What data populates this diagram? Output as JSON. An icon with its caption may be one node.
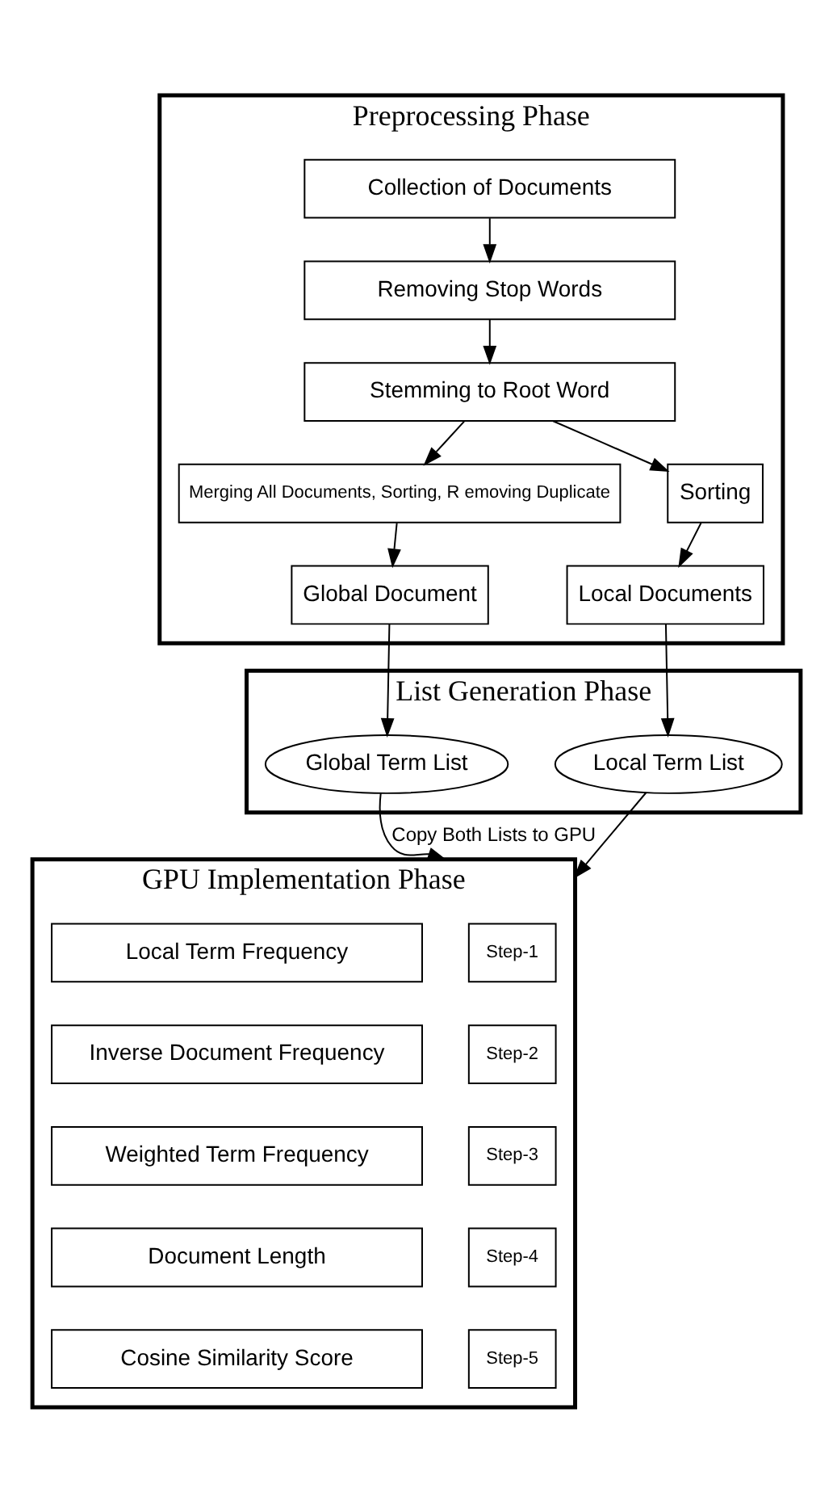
{
  "diagram": {
    "nodes": [
      {
        "text": [
          "Preprocessing Phase"
        ]
      },
      {
        "text": [
          "Collection of Documents"
        ],
        "in": 0
      },
      {
        "text": [
          "Removing Stop Words"
        ],
        "in": 0
      },
      {
        "text": [
          "Stemming to Root Word"
        ],
        "in": 0
      },
      {
        "text": [
          "Merging All Documents, Sorting, R emoving Duplicate"
        ],
        "in": 0
      },
      {
        "text": [
          "Sorting"
        ],
        "in": 0
      },
      {
        "text": [
          "Global Document"
        ],
        "in": 0
      },
      {
        "text": [
          "Local Documents"
        ],
        "in": 0
      },
      {
        "text": [
          "List Generation Phase"
        ]
      },
      {
        "text": [
          "Global Term List"
        ],
        "in": 8
      },
      {
        "text": [
          "Local Term List"
        ],
        "in": 8
      },
      {
        "text": [
          "GPU Implementation Phase"
        ]
      },
      {
        "text": [
          "Step-1"
        ],
        "in": 11
      },
      {
        "text": [
          "Local Term Frequency"
        ],
        "in": 11
      },
      {
        "text": [
          "Step-2"
        ],
        "in": 11
      },
      {
        "text": [
          "Inverse Document Frequency"
        ],
        "in": 11
      },
      {
        "text": [
          "Step-3"
        ],
        "in": 11
      },
      {
        "text": [
          "Weighted Term Frequency"
        ],
        "in": 11
      },
      {
        "text": [
          "Step-4"
        ],
        "in": 11
      },
      {
        "text": [
          "Document Length"
        ],
        "in": 11
      },
      {
        "text": [
          "Step-5"
        ],
        "in": 11
      },
      {
        "text": [
          "Cosine Similarity Score"
        ],
        "in": 11
      }
    ],
    "edges": [
      {
        "from": 1,
        "to": 2,
        "arrow": "to"
      },
      {
        "from": 2,
        "to": 3,
        "arrow": "to"
      },
      {
        "from": 3,
        "to": 4,
        "arrow": "to"
      },
      {
        "from": 3,
        "to": 5,
        "arrow": "to"
      },
      {
        "from": 4,
        "to": 6,
        "arrow": "to"
      },
      {
        "from": 5,
        "to": 7,
        "arrow": "to"
      },
      {
        "from": 6,
        "to": 9,
        "arrow": "to"
      },
      {
        "from": 7,
        "to": 10,
        "arrow": "to"
      },
      {
        "from": 9,
        "to": 11,
        "arrow": "to",
        "label": "Copy Both Lists to GPU"
      },
      {
        "from": 10,
        "to": 11,
        "arrow": "to"
      }
    ]
  }
}
